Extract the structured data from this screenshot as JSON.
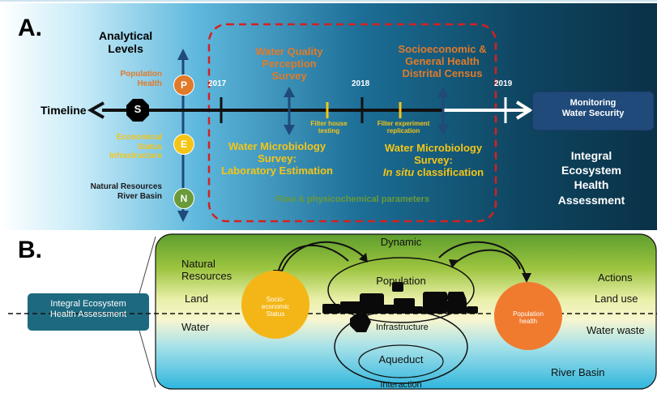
{
  "colors": {
    "orange": "#e07b2a",
    "yellow": "#f5c516",
    "green": "#6a9a3a",
    "navy": "#1f4a7a",
    "red_dashed": "#d62020",
    "teal_box": "#1d6a80",
    "pop_circle": "#f07b2f",
    "socio_circle": "#f4b616"
  },
  "panel_a": {
    "letter": "A.",
    "analytical_levels": "Analytical\nLevels",
    "population_health": "Population\nHealth",
    "economical_status": "Economical\nStatus\nInfrastructure",
    "natural_resources": "Natural Resources\nRiver Basin",
    "circle_p": "P",
    "circle_e": "E",
    "circle_n": "N",
    "timeline_label": "Timeline",
    "start_symbol": "S",
    "year_2017": "2017",
    "year_2018": "2018",
    "year_2019": "2019",
    "water_quality_survey": "Water Quality\nPerception\nSurvey",
    "socioeconomic_census": "Socioeconomic &\nGeneral Health\nDistrital Census",
    "filter_house": "Filter house\ntesting",
    "filter_experiment": "Filter experiment\nreplication",
    "micro_lab": "Water Microbiology\nSurvey:\nLaboratory Estimation",
    "micro_insitu_1": "Water Microbiology\nSurvey:",
    "micro_insitu_2": "In situ",
    "micro_insitu_3": " classification",
    "flow_params": "Flow & physicochemical parameters",
    "monitoring": "Monitoring\nWater Security",
    "integral_assessment": "Integral\nEcosystem\nHealth\nAssessment"
  },
  "panel_b": {
    "letter": "B.",
    "box_label": "Integral Ecosystem\nHealth Assessment",
    "dynamic": "Dynamic",
    "natural_resources": "Natural\nResources",
    "land": "Land",
    "water": "Water",
    "socio_circle": "Socio-\neconomic\nStatus",
    "population": "Population",
    "infrastructure": "Infrastructure",
    "aqueduct": "Aqueduct",
    "interaction": "Interaction",
    "pop_circle": "Population\nhealth",
    "actions": "Actions",
    "land_use": "Land use",
    "water_waste": "Water waste",
    "river_basin": "River Basin"
  }
}
